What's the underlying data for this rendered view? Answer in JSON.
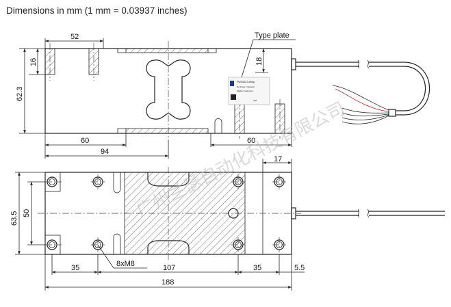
{
  "heading": "Dimensions in mm (1 mm = 0.03937 inches)",
  "labels": {
    "type_plate": "Type plate",
    "thread": "8xM8"
  },
  "plate_text": {
    "line1": "PW10AC3-60kg",
    "line2": "Nennlast / Capacity",
    "line3": "Made in Germany",
    "line4": "S/N"
  },
  "top_view_dims": {
    "d52": "52",
    "d16": "16",
    "d62_3": "62.3",
    "d18": "18",
    "d60_left": "60",
    "d94": "94",
    "d60_right": "60"
  },
  "bottom_view_dims": {
    "d17": "17",
    "d63_5": "63.5",
    "d50": "50",
    "d35_left": "35",
    "d107": "107",
    "d35_right": "35",
    "d5_5": "5.5",
    "d188": "188"
  },
  "watermark": "广州兰瑟自动化科技有限公司"
}
